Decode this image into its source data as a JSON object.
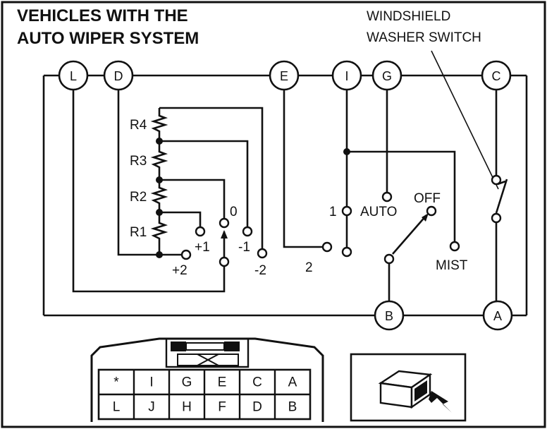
{
  "title": {
    "line1": "VEHICLES WITH THE",
    "line2": "AUTO WIPER SYSTEM"
  },
  "washer_label": {
    "line1": "WINDSHIELD",
    "line2": "WASHER SWITCH"
  },
  "nodes": {
    "L": "L",
    "D": "D",
    "E": "E",
    "I": "I",
    "G": "G",
    "C": "C",
    "B": "B",
    "A": "A"
  },
  "resistors": {
    "r1": "R1",
    "r2": "R2",
    "r3": "R3",
    "r4": "R4"
  },
  "positions": {
    "p0": "0",
    "p1": "+1",
    "p2": "+2",
    "m1": "-1",
    "m2": "-2"
  },
  "switch_labels": {
    "one": "1",
    "two": "2",
    "auto": "AUTO",
    "off": "OFF",
    "mist": "MIST"
  },
  "connector": {
    "top": [
      "*",
      "I",
      "G",
      "E",
      "C",
      "A"
    ],
    "bottom": [
      "L",
      "J",
      "H",
      "F",
      "D",
      "B"
    ]
  }
}
